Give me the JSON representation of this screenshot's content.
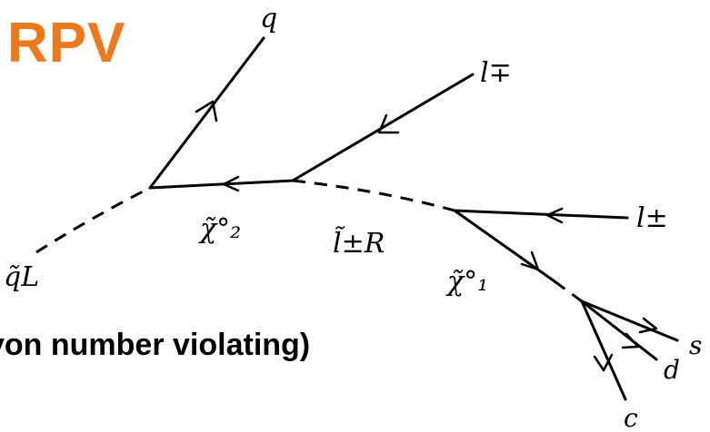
{
  "title": "RPV",
  "caption": "yon number violating)",
  "colors": {
    "title": "#f07818",
    "ink": "#000000"
  },
  "labels": {
    "q": "q",
    "l_mp": "l∓",
    "l_pm": "l±",
    "chi2": "χ̃°₂",
    "lR": "l̃±R",
    "chi1": "χ̃°₁",
    "qL": "q̃L",
    "s": "s",
    "d": "d",
    "c": "c"
  }
}
